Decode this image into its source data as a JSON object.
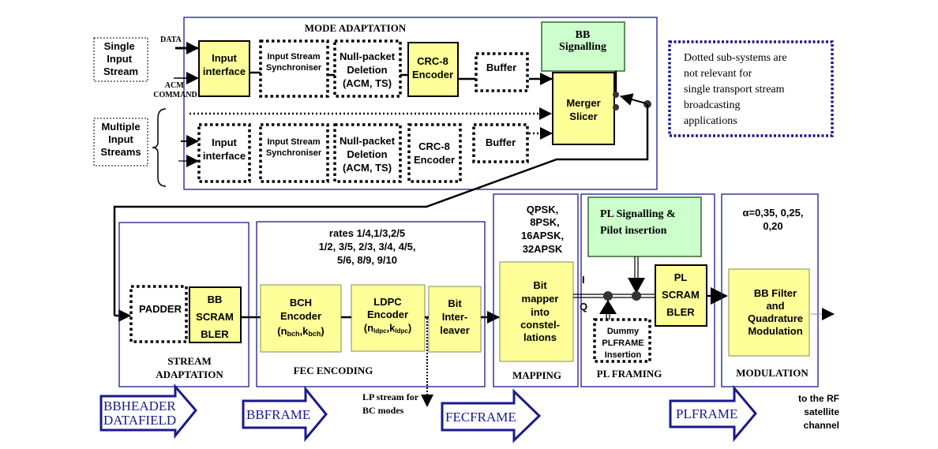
{
  "mode_adaptation": {
    "title": "MODE ADAPTATION",
    "single_input": [
      "Single",
      "Input",
      "Stream"
    ],
    "multiple_input": [
      "Multiple",
      "Input",
      "Streams"
    ],
    "data_label": "DATA",
    "acm_label": [
      "ACM",
      "COMMAND"
    ],
    "input_interface": [
      "Input",
      "interface"
    ],
    "sync": [
      "Input Stream",
      "Synchroniser"
    ],
    "null_packet": [
      "Null-packet",
      "Deletion",
      "(ACM, TS)"
    ],
    "crc": [
      "CRC-8",
      "Encoder"
    ],
    "buffer": "Buffer",
    "bb_signalling": [
      "BB",
      "Signalling"
    ],
    "merger": [
      "Merger",
      "Slicer"
    ]
  },
  "note": [
    "Dotted sub-systems are",
    "not relevant for",
    "single transport stream",
    "broadcasting",
    "applications"
  ],
  "stream_adaptation": {
    "title": [
      "STREAM",
      "ADAPTATION"
    ],
    "padder": "PADDER",
    "scrambler": [
      "BB",
      "SCRAM",
      "BLER"
    ]
  },
  "fec": {
    "title": "FEC ENCODING",
    "rates": [
      "rates 1/4,1/3,2/5",
      "1/2, 3/5, 2/3, 3/4, 4/5,",
      "5/6, 8/9, 9/10"
    ],
    "bch": [
      "BCH",
      "Encoder",
      "(n",
      "bch",
      ",k",
      "bch",
      ")"
    ],
    "ldpc": [
      "LDPC",
      "Encoder",
      "(n",
      "ldpc",
      ",k",
      "ldpc",
      ")"
    ],
    "interleaver": [
      "Bit",
      "Inter-",
      "leaver"
    ],
    "lp_stream": [
      "LP stream for",
      "BC modes"
    ]
  },
  "mapping": {
    "title": "MAPPING",
    "modulations": [
      "QPSK,",
      "8PSK,",
      "16APSK,",
      "32APSK"
    ],
    "mapper": [
      "Bit",
      "mapper",
      "into",
      "constel-",
      "lations"
    ],
    "i_label": "I",
    "q_label": "Q"
  },
  "pl_framing": {
    "title": "PL FRAMING",
    "signalling": [
      "PL Signalling &",
      "Pilot insertion"
    ],
    "scrambler": [
      "PL",
      "SCRAM",
      "BLER"
    ],
    "dummy": [
      "Dummy",
      "PLFRAME",
      "Insertion"
    ]
  },
  "modulation": {
    "title": "MODULATION",
    "rolloff": [
      "α=0,35, 0,25,",
      "0,20"
    ],
    "filter": [
      "BB Filter",
      "and",
      "Quadrature",
      "Modulation"
    ]
  },
  "frames": {
    "bbheader": [
      "BBHEADER",
      "DATAFIELD"
    ],
    "bbframe": "BBFRAME",
    "fecframe": "FECFRAME",
    "plframe": "PLFRAME"
  },
  "output": [
    "to the RF",
    "satellite",
    "channel"
  ],
  "colors": {
    "frame": "#1a1a8c",
    "block_yellow": "#ffff99",
    "block_green": "#ccffcc",
    "note_border": "#1a1a8c"
  }
}
